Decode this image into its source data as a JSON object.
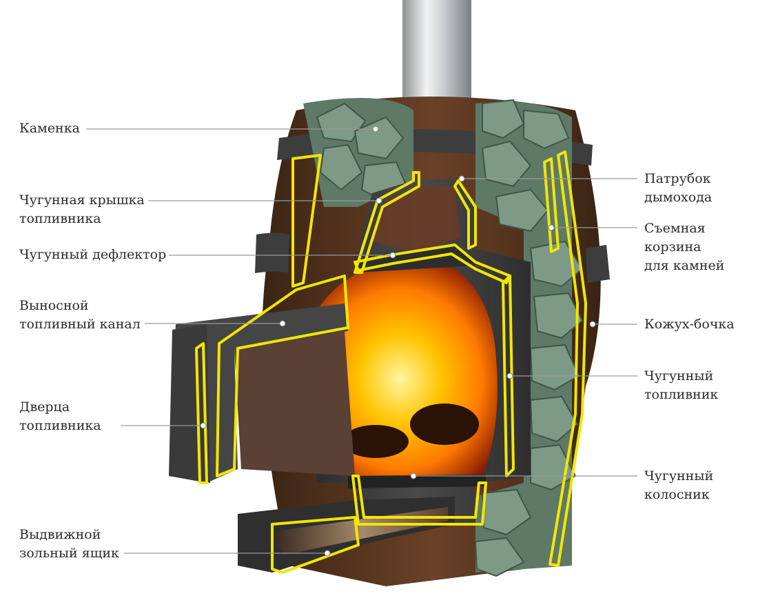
{
  "diagram": {
    "labels_left": [
      {
        "id": "kamenka",
        "lines": [
          "Каменка"
        ]
      },
      {
        "id": "lid",
        "lines": [
          "Чугунная крышка",
          "топливника"
        ]
      },
      {
        "id": "deflector",
        "lines": [
          "Чугунный дефлектор"
        ]
      },
      {
        "id": "channel",
        "lines": [
          "Выносной",
          "топливный канал"
        ]
      },
      {
        "id": "door",
        "lines": [
          "Дверца",
          "топливника"
        ]
      },
      {
        "id": "ashbox",
        "lines": [
          "Выдвижной",
          "зольный ящик"
        ]
      }
    ],
    "labels_right": [
      {
        "id": "chimney",
        "lines": [
          "Патрубок",
          "дымохода"
        ]
      },
      {
        "id": "basket",
        "lines": [
          "Съемная",
          "корзина",
          "для камней"
        ]
      },
      {
        "id": "casing",
        "lines": [
          "Кожух-бочка"
        ]
      },
      {
        "id": "firebox",
        "lines": [
          "Чугунный",
          "топливник"
        ]
      },
      {
        "id": "grate",
        "lines": [
          "Чугунный",
          "колосник"
        ]
      }
    ],
    "colors": {
      "outline": "#f2e600",
      "cast_iron": "#3a3a3a",
      "wood": "#5a3520",
      "stone": "#6f8a78",
      "fire": "#ff9a00",
      "pipe": "#b9bcbf",
      "leader": "#9a9a9a"
    }
  }
}
